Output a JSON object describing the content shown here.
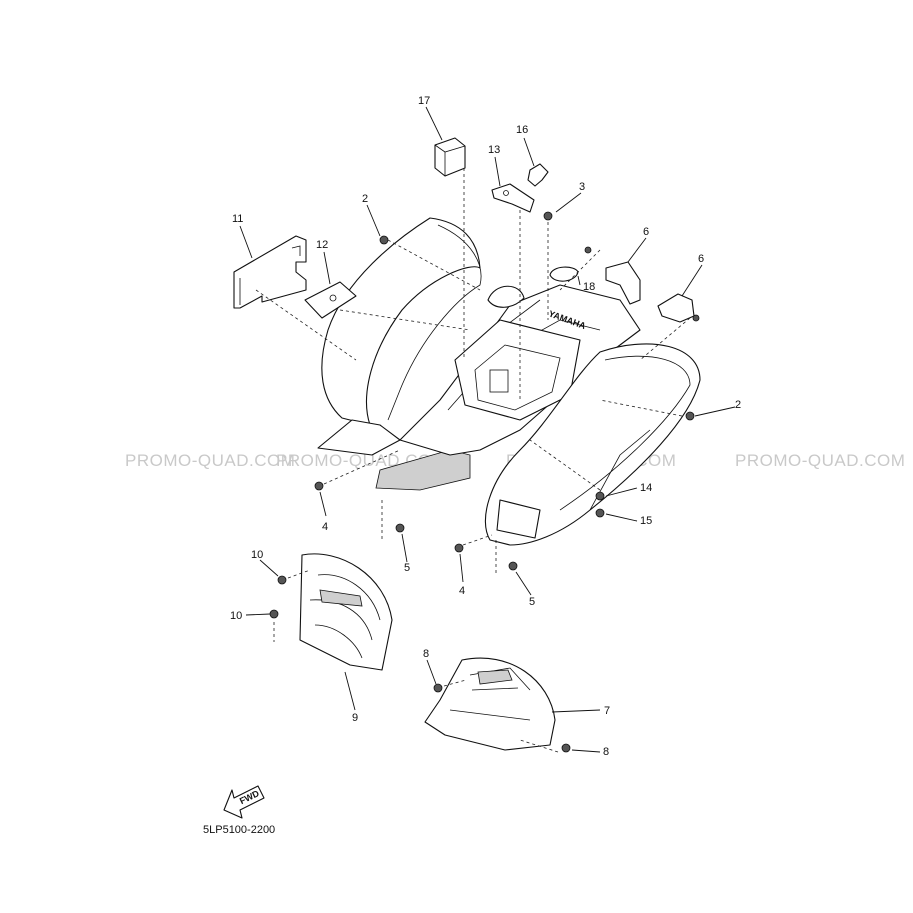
{
  "watermark": {
    "segments": [
      "PROMO-QUAD.COM",
      "PROMO-QUAD.COM",
      "PROMO-QUAD.COM",
      "PROMO-QUAD.COM"
    ],
    "color": "#c9c9c9"
  },
  "diagram_code": "5LP5100-2200",
  "direction_arrow": {
    "label": "FWD",
    "icon": "fwd-arrow-icon"
  },
  "callouts": [
    "17",
    "16",
    "13",
    "3",
    "2",
    "11",
    "12",
    "6",
    "6",
    "18",
    "2",
    "14",
    "15",
    "4",
    "5",
    "4",
    "5",
    "10",
    "10",
    "9",
    "8",
    "7",
    "8"
  ],
  "parts": {
    "fender": "rear-fender",
    "flaps": [
      "left-mud-flap",
      "right-mud-flap"
    ],
    "guards": [
      "left-rear-guard",
      "right-rear-guard"
    ]
  },
  "colors": {
    "line": "#111111",
    "background": "#ffffff",
    "watermark": "#c9c9c9"
  }
}
